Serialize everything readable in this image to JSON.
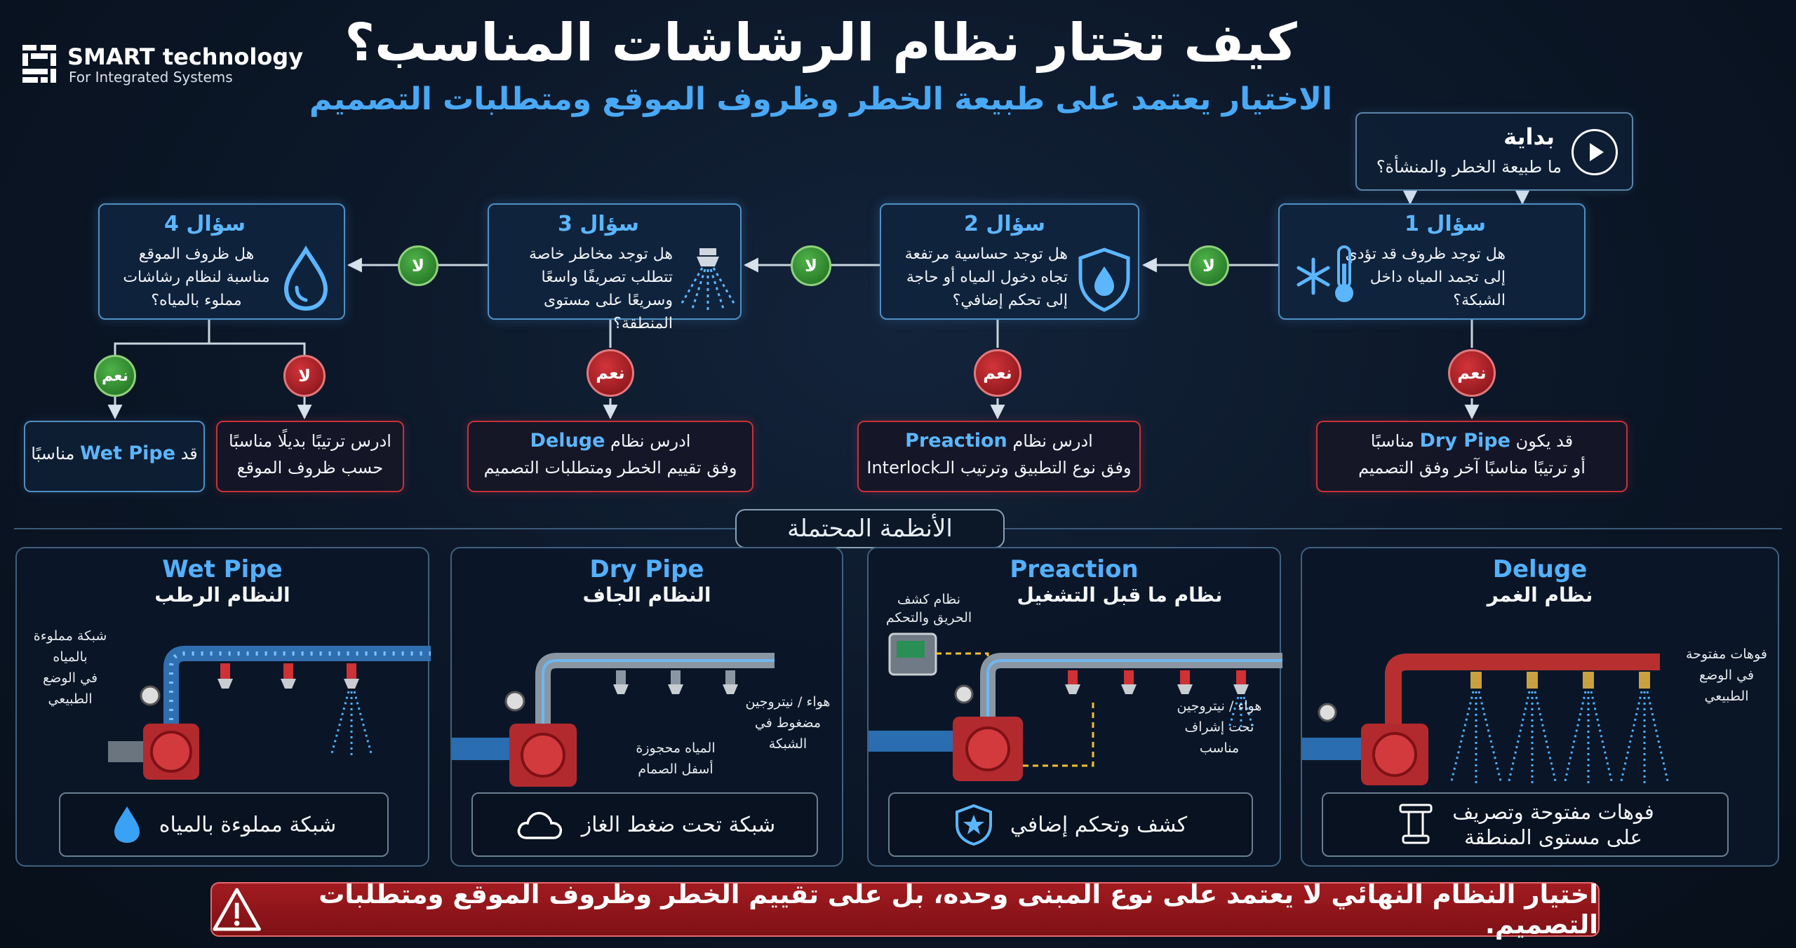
{
  "brand": {
    "name": "SMART technology",
    "tagline": "For Integrated Systems"
  },
  "title": "كيف تختار نظام الرشاشات المناسب؟",
  "subtitle": "الاختيار يعتمد على طبيعة الخطر وظروف الموقع ومتطلبات التصميم",
  "start": {
    "title": "بداية",
    "question": "ما طبيعة الخطر والمنشأة؟"
  },
  "questions": [
    {
      "title": "سؤال 1",
      "text": "هل توجد ظروف قد تؤدي إلى تجمد المياه داخل الشبكة؟",
      "icon": "snowflake-thermometer-icon"
    },
    {
      "title": "سؤال 2",
      "text": "هل توجد حساسية مرتفعة تجاه دخول المياه أو حاجة إلى تحكم إضافي؟",
      "icon": "shield-drop-icon"
    },
    {
      "title": "سؤال 3",
      "text": "هل توجد مخاطر خاصة تتطلب تصريفًا واسعًا وسريعًا على مستوى المنطقة؟",
      "icon": "sprinkler-spray-icon"
    },
    {
      "title": "سؤال 4",
      "text": "هل ظروف الموقع مناسبة لنظام رشاشات مملوء بالمياه؟",
      "icon": "water-drop-icon"
    }
  ],
  "labels": {
    "no": "لا",
    "yes": "نعم"
  },
  "results": {
    "dry": {
      "pre": "قد يكون",
      "system": "Dry Pipe",
      "post": "مناسبًا",
      "line2": "أو ترتيبًا مناسبًا آخر وفق التصميم"
    },
    "preaction": {
      "pre": "ادرس نظام",
      "system": "Preaction",
      "line2": "وفق نوع التطبيق وترتيب الـInterlock"
    },
    "deluge": {
      "pre": "ادرس نظام",
      "system": "Deluge",
      "line2": "وفق تقييم الخطر ومتطلبات التصميم"
    },
    "alt": {
      "line1": "ادرس ترتيبًا بديلًا مناسبًا",
      "line2": "حسب ظروف الموقع"
    },
    "wet": {
      "pre": "قد",
      "system": "Wet Pipe",
      "post": "مناسبًا"
    }
  },
  "section_label": "الأنظمة المحتملة",
  "systems": [
    {
      "title": "Wet Pipe",
      "subtitle": "النظام الرطب",
      "note": "شبكة مملوءة بالمياه في الوضع الطبيعي",
      "notes": [
        "شبكة مملوءة",
        "بالمياه",
        "في الوضع",
        "الطبيعي"
      ],
      "footer": "شبكة مملوءة بالمياه",
      "footer_icon": "water-drop-icon"
    },
    {
      "title": "Dry Pipe",
      "subtitle": "النظام الجاف",
      "notes_air": [
        "هواء / نيتروجين",
        "مضغوط في",
        "الشبكة"
      ],
      "notes_water": [
        "المياه محجوزة",
        "أسفل الصمام"
      ],
      "footer": "شبكة تحت ضغط الغاز",
      "footer_icon": "cloud-icon"
    },
    {
      "title": "Preaction",
      "subtitle": "نظام ما قبل التشغيل",
      "notes_panel": [
        "نظام كشف",
        "الحريق والتحكم"
      ],
      "notes_air": [
        "هواء / نيتروجين",
        "تحت إشراف",
        "مناسب"
      ],
      "footer": "كشف وتحكم إضافي",
      "footer_icon": "shield-star-icon"
    },
    {
      "title": "Deluge",
      "subtitle": "نظام الغمر",
      "notes": [
        "فوهات مفتوحة",
        "في الوضع",
        "الطبيعي"
      ],
      "footer_lines": [
        "فوهات مفتوحة وتصريف",
        "على مستوى المنطقة"
      ],
      "footer_icon": "open-nozzle-icon"
    }
  ],
  "warning": "اختيار النظام النهائي لا يعتمد على نوع المبنى وحده، بل على تقييم الخطر وظروف الموقع ومتطلبات التصميم.",
  "colors": {
    "accent": "#5cb6ff",
    "red": "#c6323a",
    "green": "#3c9a3a",
    "bg": "#0b1524"
  }
}
